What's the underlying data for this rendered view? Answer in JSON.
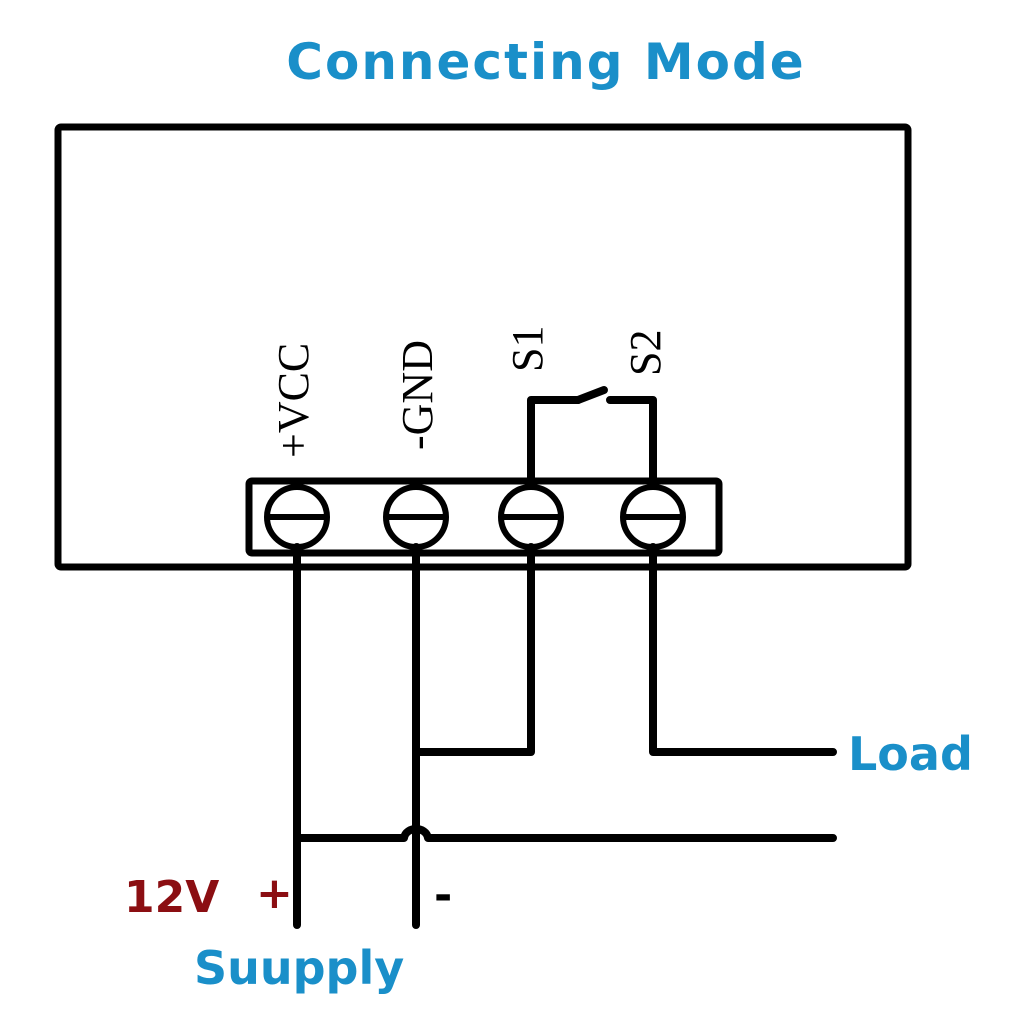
{
  "title": "Connecting Mode",
  "colors": {
    "accent_blue": "#1a8fc9",
    "supply_red": "#8b0e12",
    "line": "#000000",
    "background": "#ffffff"
  },
  "terminals": [
    {
      "id": "vcc",
      "label": "+VCC"
    },
    {
      "id": "gnd",
      "label": "-GND"
    },
    {
      "id": "s1",
      "label": "S1"
    },
    {
      "id": "s2",
      "label": "S2"
    }
  ],
  "switch": {
    "icon": "switch-open-icon",
    "between": [
      "S1",
      "S2"
    ]
  },
  "load_label": "Load",
  "supply": {
    "voltage_label": "12V",
    "plus_label": "+",
    "minus_label": "-",
    "name_label": "Suupply"
  }
}
